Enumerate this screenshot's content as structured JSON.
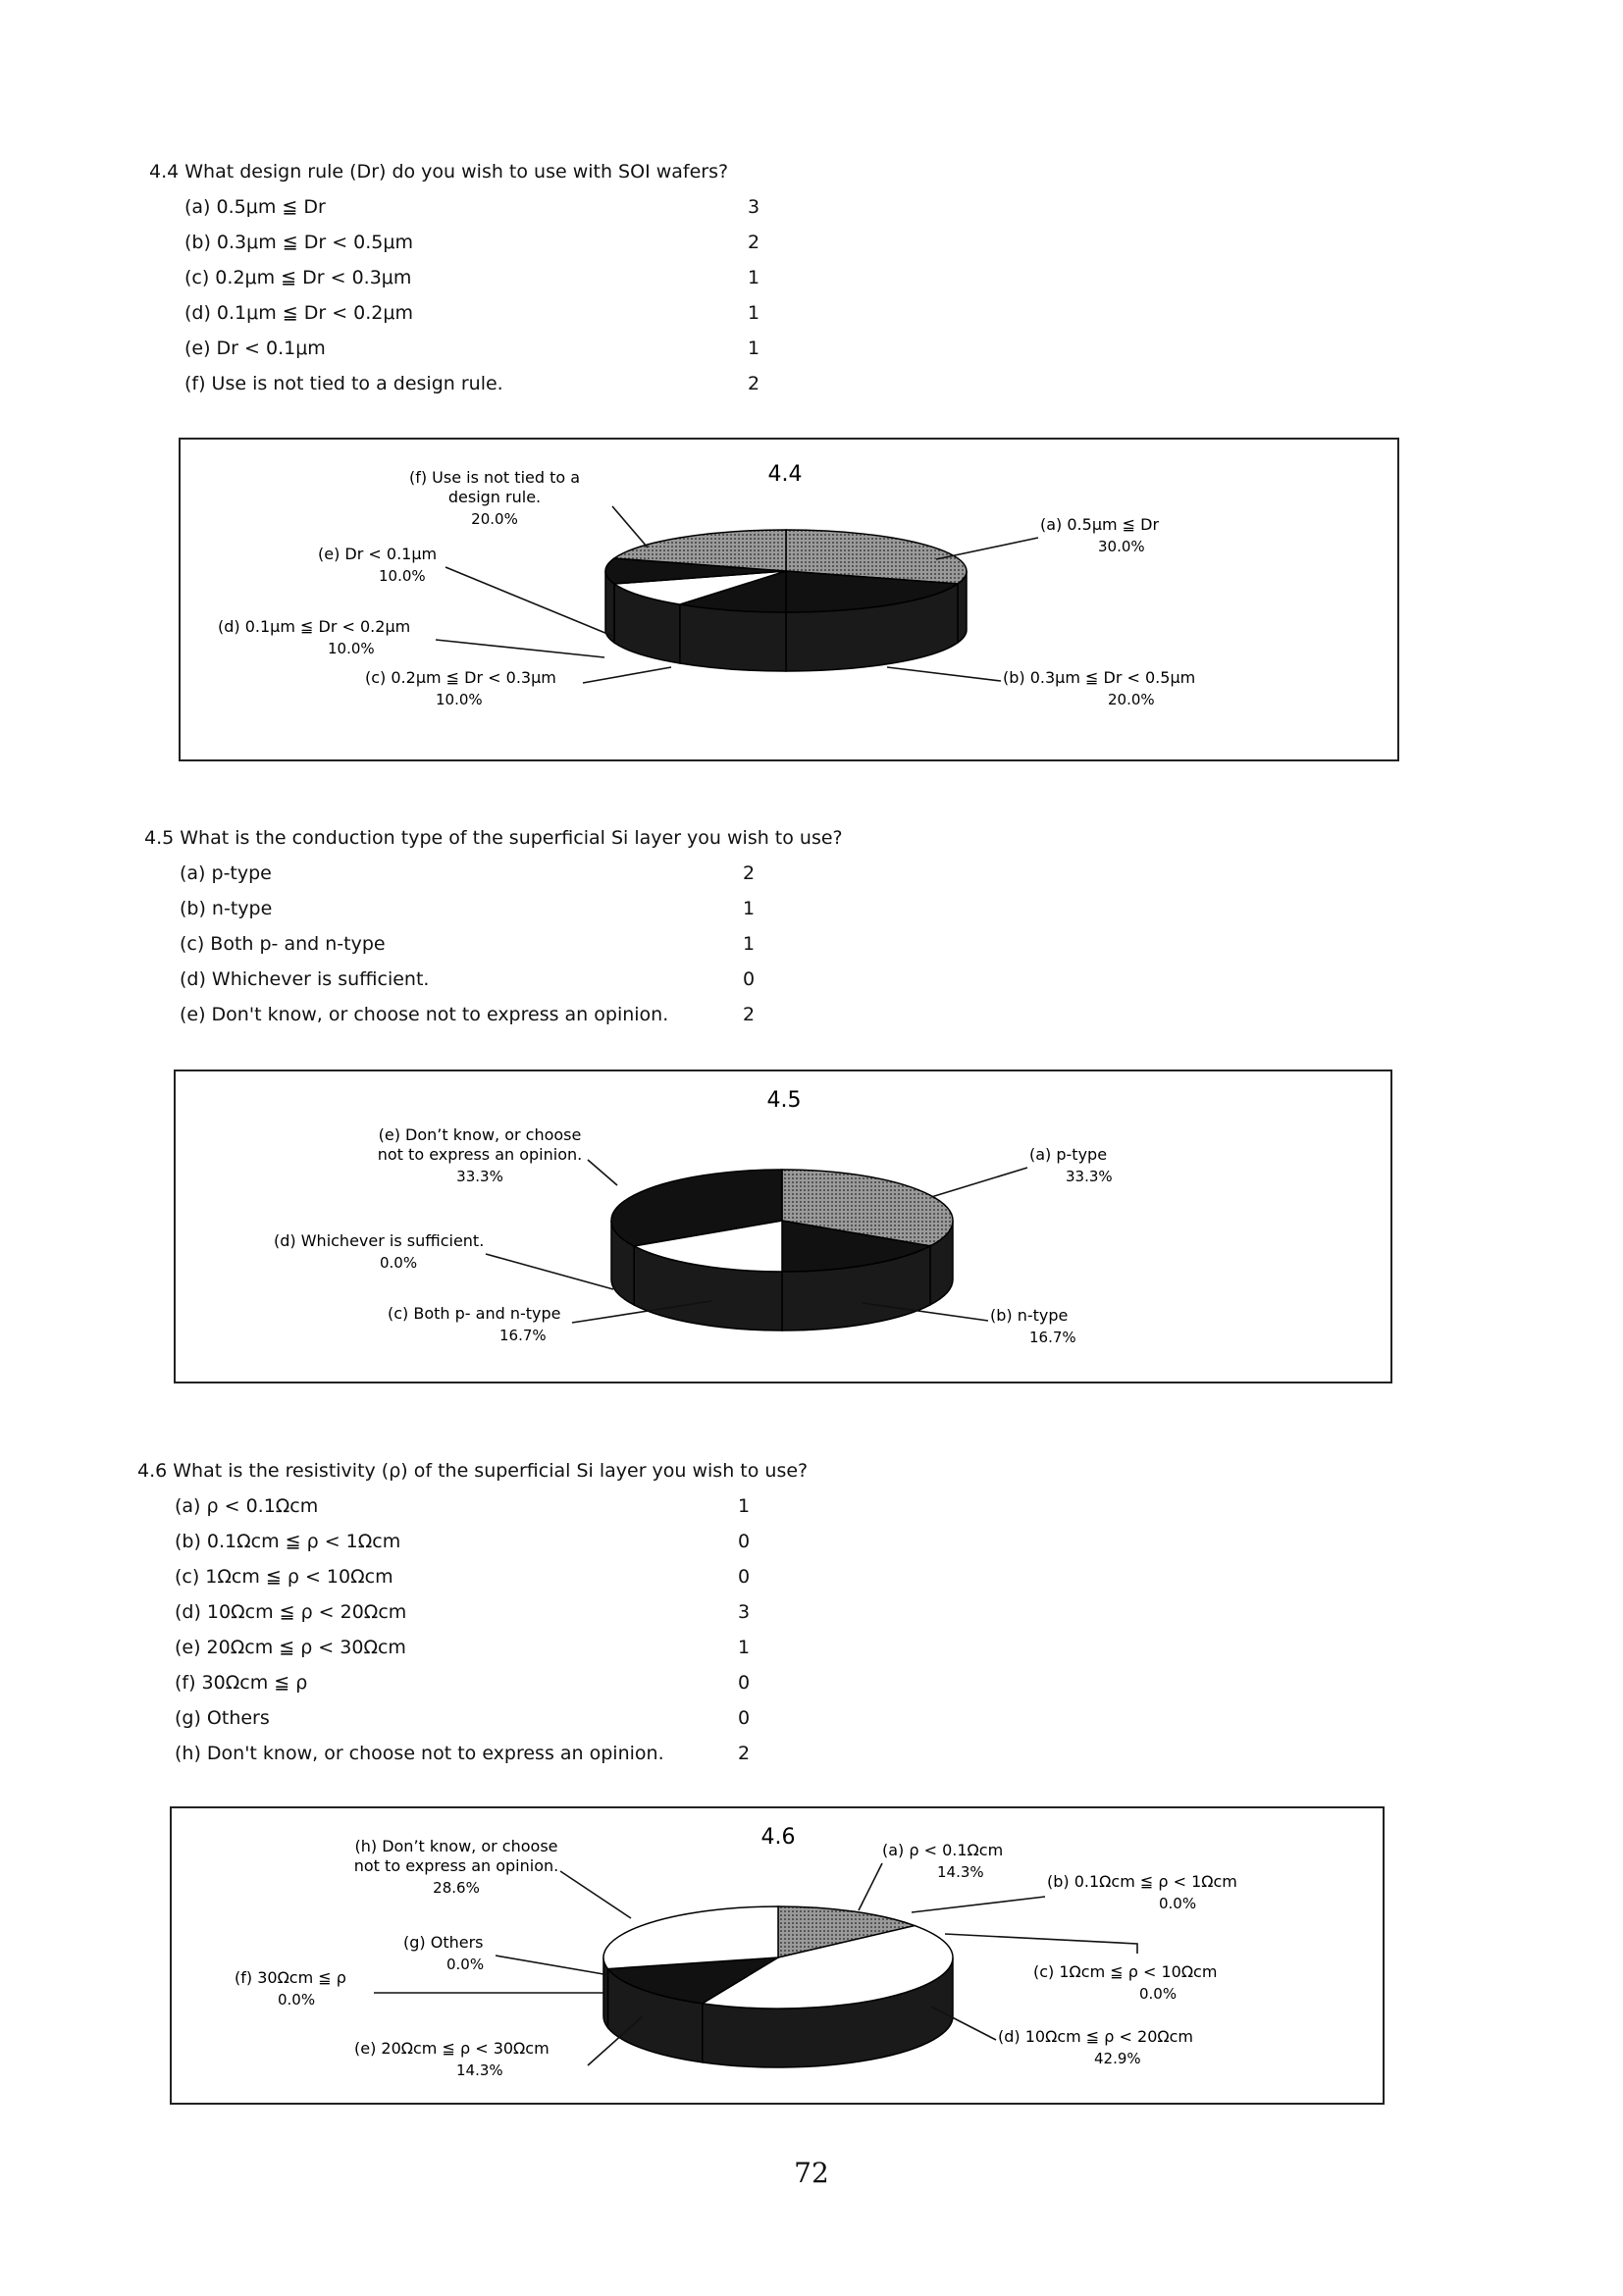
{
  "questions": [
    {
      "id": "q44",
      "title": "4.4  What design rule (Dr) do you wish to use with SOI wafers?",
      "options": [
        {
          "label": "(a) 0.5μm ≦ Dr",
          "count": "3"
        },
        {
          "label": "(b) 0.3μm ≦ Dr < 0.5μm",
          "count": "2"
        },
        {
          "label": "(c) 0.2μm ≦ Dr < 0.3μm",
          "count": "1"
        },
        {
          "label": "(d) 0.1μm ≦ Dr < 0.2μm",
          "count": "1"
        },
        {
          "label": "(e) Dr < 0.1μm",
          "count": "1"
        },
        {
          "label": "(f) Use is not tied to a design rule.",
          "count": "2"
        }
      ]
    },
    {
      "id": "q45",
      "title": "4.5  What is the conduction type of the superficial Si layer you wish to use?",
      "options": [
        {
          "label": "(a) p-type",
          "count": "2"
        },
        {
          "label": "(b) n-type",
          "count": "1"
        },
        {
          "label": "(c) Both p- and n-type",
          "count": "1"
        },
        {
          "label": "(d) Whichever is sufficient.",
          "count": "0"
        },
        {
          "label": "(e) Don't know, or choose not to express an opinion.",
          "count": "2"
        }
      ]
    },
    {
      "id": "q46",
      "title": "4.6  What is the resistivity (ρ) of the superficial Si layer you wish to use?",
      "options": [
        {
          "label": "(a) ρ < 0.1Ωcm",
          "count": "1"
        },
        {
          "label": "(b) 0.1Ωcm ≦ ρ < 1Ωcm",
          "count": "0"
        },
        {
          "label": "(c) 1Ωcm ≦ ρ < 10Ωcm",
          "count": "0"
        },
        {
          "label": "(d) 10Ωcm ≦ ρ < 20Ωcm",
          "count": "3"
        },
        {
          "label": "(e) 20Ωcm ≦ ρ < 30Ωcm",
          "count": "1"
        },
        {
          "label": "(f) 30Ωcm ≦ ρ",
          "count": "0"
        },
        {
          "label": "(g) Others",
          "count": "0"
        },
        {
          "label": "(h) Don't know, or choose not to express an opinion.",
          "count": "2"
        }
      ]
    }
  ],
  "chart_data": [
    {
      "type": "pie",
      "title": "4.4",
      "slices": [
        {
          "label": "(a) 0.5μm ≦ Dr",
          "pct": "30.0%",
          "value": 30.0,
          "fill": "#8a8a8a"
        },
        {
          "label": "(b) 0.3μm ≦ Dr < 0.5μm",
          "pct": "20.0%",
          "value": 20.0,
          "fill": "#111111"
        },
        {
          "label": "(c) 0.2μm ≦ Dr < 0.3μm",
          "pct": "10.0%",
          "value": 10.0,
          "fill": "#111111"
        },
        {
          "label": "(d) 0.1μm ≦ Dr < 0.2μm",
          "pct": "10.0%",
          "value": 10.0,
          "fill": "#ffffff"
        },
        {
          "label": "(e) Dr < 0.1μm",
          "pct": "10.0%",
          "value": 10.0,
          "fill": "#111111"
        },
        {
          "label": "(f) Use is not tied to a design rule.",
          "pct": "20.0%",
          "value": 20.0,
          "fill": "#8a8a8a"
        }
      ]
    },
    {
      "type": "pie",
      "title": "4.5",
      "slices": [
        {
          "label": "(a) p-type",
          "pct": "33.3%",
          "value": 33.3,
          "fill": "#8a8a8a"
        },
        {
          "label": "(b) n-type",
          "pct": "16.7%",
          "value": 16.7,
          "fill": "#111111"
        },
        {
          "label": "(c) Both p- and n-type",
          "pct": "16.7%",
          "value": 16.7,
          "fill": "#ffffff"
        },
        {
          "label": "(d) Whichever is sufficient.",
          "pct": "0.0%",
          "value": 0.0,
          "fill": "#111111"
        },
        {
          "label": "(e) Don't know, or choose not to express an opinion.",
          "pct": "33.3%",
          "value": 33.3,
          "fill": "#111111"
        }
      ]
    },
    {
      "type": "pie",
      "title": "4.6",
      "slices": [
        {
          "label": "(a) ρ < 0.1Ωcm",
          "pct": "14.3%",
          "value": 14.3,
          "fill": "#8a8a8a"
        },
        {
          "label": "(b) 0.1Ωcm ≦ ρ < 1Ωcm",
          "pct": "0.0%",
          "value": 0.0,
          "fill": "#111111"
        },
        {
          "label": "(c) 1Ωcm ≦ ρ < 10Ωcm",
          "pct": "0.0%",
          "value": 0.0,
          "fill": "#111111"
        },
        {
          "label": "(d) 10Ωcm ≦ ρ < 20Ωcm",
          "pct": "42.9%",
          "value": 42.9,
          "fill": "#ffffff"
        },
        {
          "label": "(e) 20Ωcm ≦ ρ < 30Ωcm",
          "pct": "14.3%",
          "value": 14.3,
          "fill": "#111111"
        },
        {
          "label": "(f) 30Ωcm ≦ ρ",
          "pct": "0.0%",
          "value": 0.0,
          "fill": "#111111"
        },
        {
          "label": "(g) Others",
          "pct": "0.0%",
          "value": 0.0,
          "fill": "#111111"
        },
        {
          "label": "(h) Don't know, or choose not to express an opinion.",
          "pct": "28.6%",
          "value": 28.6,
          "fill": "#ffffff"
        }
      ]
    }
  ],
  "page": {
    "number": "72"
  }
}
